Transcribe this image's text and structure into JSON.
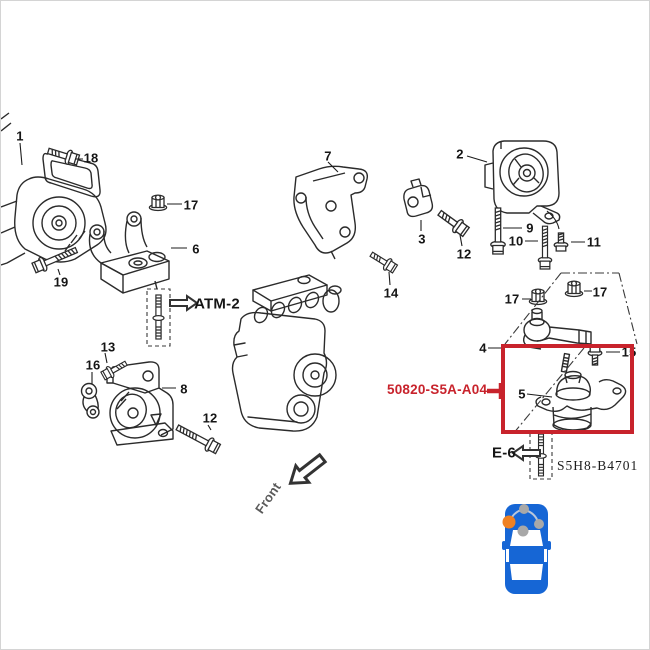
{
  "callouts": {
    "p1": "1",
    "p2": "2",
    "p3": "3",
    "p4": "4",
    "p5": "5",
    "p6": "6",
    "p7": "7",
    "p8": "8",
    "p9": "9",
    "p10": "10",
    "p11": "11",
    "p12l": "12",
    "p12r": "12",
    "p13": "13",
    "p14": "14",
    "p15": "15",
    "p16": "16",
    "p17a": "17",
    "p17b": "17",
    "p17c": "17",
    "p18": "18",
    "p19": "19"
  },
  "ref_labels": {
    "atm2": "ATM-2",
    "e6": "E-6",
    "front": "Front"
  },
  "highlight": {
    "part_number": "50820-S5A-A04",
    "callout": "5",
    "box_color": "#c8232c"
  },
  "stamp_code": "S5H8-B4701",
  "colors": {
    "line_art": "#2b2b2b",
    "highlight_red": "#c8232c",
    "car_blue": "#1666d5",
    "mount_dot_orange": "#ef8122",
    "mount_dot_gray": "#a8a8a8",
    "background": "#ffffff",
    "border": "#d4d4d4"
  }
}
